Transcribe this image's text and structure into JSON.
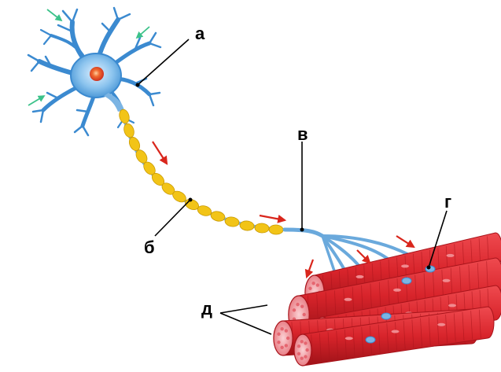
{
  "labels": {
    "a": "а",
    "b": "б",
    "v": "в",
    "g": "г",
    "d": "д"
  },
  "colors": {
    "neuron_body": "#5aa6e0",
    "dendrite": "#3b8ad0",
    "nucleus": "#e8402a",
    "myelin": "#f2c417",
    "myelin_edge": "#c99a05",
    "axon_terminal": "#7bb4e3",
    "muscle": "#d8242b",
    "muscle_dark": "#a8141b",
    "muscle_cut": "#f6a0a5",
    "arrow_red": "#d9261c",
    "arrow_green": "#3cc28a"
  }
}
